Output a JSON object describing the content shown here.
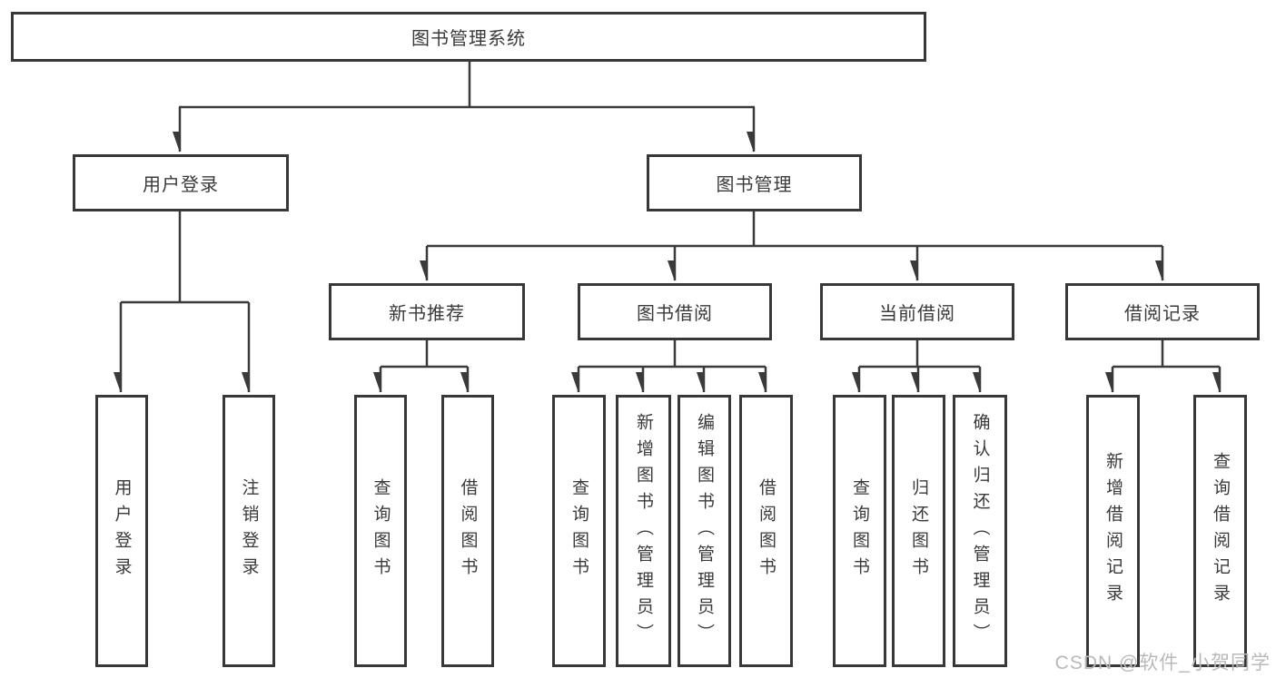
{
  "diagram": {
    "title": "图书管理系统",
    "root": {
      "label": "图书管理系统"
    },
    "level2": [
      {
        "label": "用户登录"
      },
      {
        "label": "图书管理"
      }
    ],
    "level3": [
      {
        "label": "新书推荐"
      },
      {
        "label": "图书借阅"
      },
      {
        "label": "当前借阅"
      },
      {
        "label": "借阅记录"
      }
    ],
    "leaves": {
      "user_login": [
        "用户登录",
        "注销登录"
      ],
      "new_book": [
        "查询图书",
        "借阅图书"
      ],
      "book_borrow": [
        "查询图书",
        "新增图书（管理员）",
        "编辑图书（管理员）",
        "借阅图书"
      ],
      "current_borrow": [
        "查询图书",
        "归还图书",
        "确认归还（管理员）"
      ],
      "borrow_record": [
        "新增借阅记录",
        "查询借阅记录"
      ]
    }
  },
  "watermark": {
    "text": "CSDN @软件_小贺同学"
  },
  "colors": {
    "line": "#3a3a3a",
    "border": "#383838",
    "text": "#3a3a3a",
    "watermark": "#b9b9b9",
    "background": "#ffffff"
  }
}
